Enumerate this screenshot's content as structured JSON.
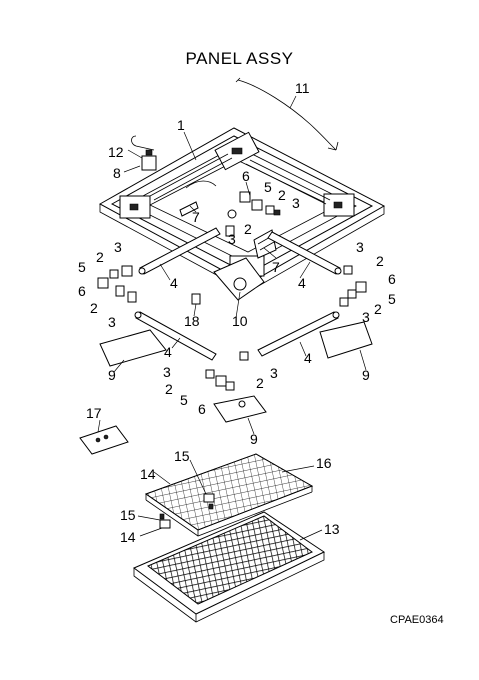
{
  "title": "PANEL ASSY",
  "drawing_code": "CPAE0364",
  "callouts": [
    "1",
    "2",
    "3",
    "4",
    "5",
    "6",
    "7",
    "8",
    "9",
    "10",
    "11",
    "12",
    "13",
    "14",
    "15",
    "16",
    "17",
    "18"
  ]
}
